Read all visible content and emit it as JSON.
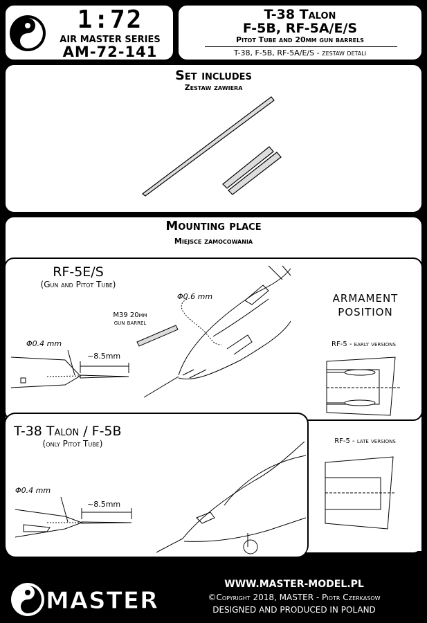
{
  "header": {
    "scale": "1:72",
    "series": "AIR MASTER SERIES",
    "code": "AM-72-141",
    "title_line1": "T-38 Talon",
    "title_line2": "F-5B, RF-5A/E/S",
    "subtitle": "Pitot Tube and 20mm gun barrels",
    "subtitle_pl": "T-38, F-5B, RF-5A/E/S - zestaw detali"
  },
  "set": {
    "title": "Set includes",
    "title_pl": "Zestaw zawiera"
  },
  "mounting": {
    "title": "Mounting place",
    "title_pl": "Miejsce zamocowania"
  },
  "rf5": {
    "title": "RF-5E/S",
    "subtitle": "(Gun and Pitot Tube)",
    "diam_pitot": "Φ0.4 mm",
    "length": "~8.5mm",
    "diam_gun": "Φ0.6 mm",
    "gun_label1": "M39 20mm",
    "gun_label2": "gun barrel"
  },
  "armament": {
    "title1": "ARMAMENT",
    "title2": "POSITION",
    "early": "RF-5 - early versions",
    "late": "RF-5 - late versions"
  },
  "t38": {
    "title": "T-38 Talon / F-5B",
    "subtitle": "(only Pitot Tube)",
    "diam_pitot": "Φ0.4 mm",
    "length": "~8.5mm"
  },
  "footer": {
    "brand": "MASTER",
    "url": "WWW.MASTER-MODEL.PL",
    "copyright": "©Copyright 2018, MASTER - Piotr Czerkasow",
    "produced": "DESIGNED AND PRODUCED IN POLAND"
  }
}
